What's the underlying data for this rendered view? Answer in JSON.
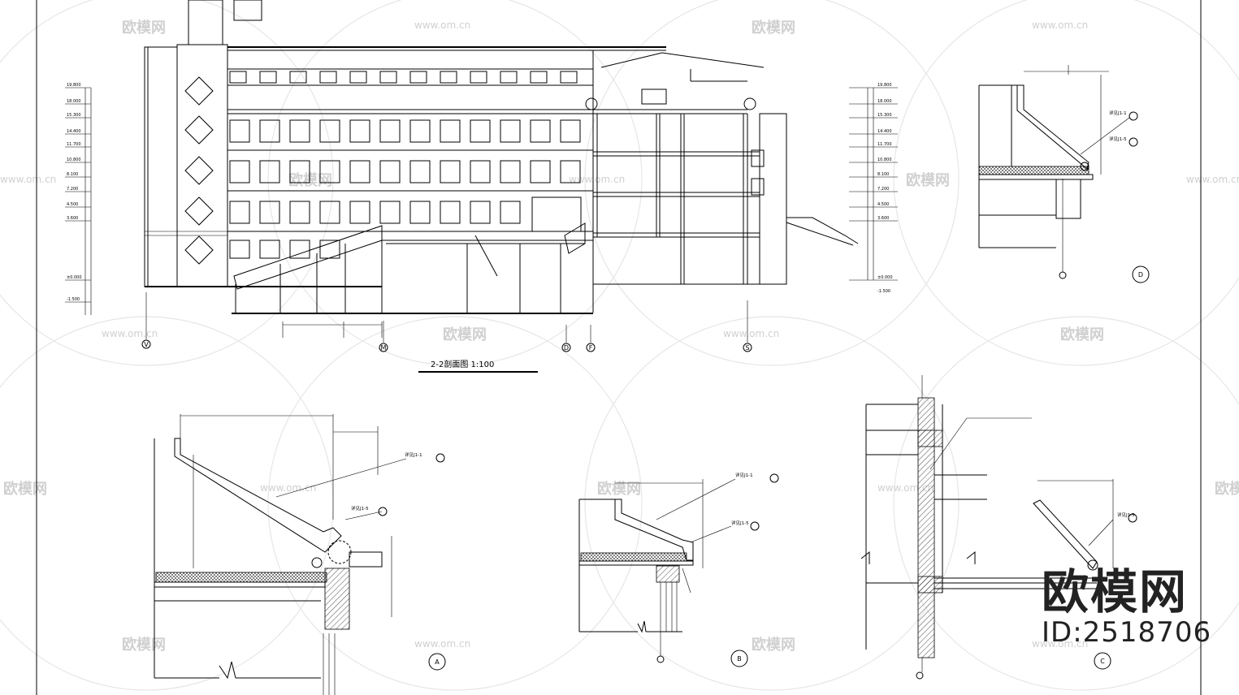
{
  "drawing": {
    "section_title": "2-2剖面图 1:100",
    "watermark_site": "www.om.cn",
    "watermark_brand": "欧模网",
    "brand_overlay": {
      "name": "欧模网",
      "id": "ID:2518706"
    }
  },
  "axes": {
    "section": [
      "V",
      "M",
      "D",
      "F",
      "S"
    ],
    "details": [
      "A",
      "B",
      "C",
      "D"
    ]
  },
  "levels": {
    "left": [
      "19.800",
      "18.000",
      "15.300",
      "14.400",
      "11.700",
      "10.800",
      "8.100",
      "7.200",
      "4.500",
      "3.600",
      "±0.000",
      "-1.500"
    ],
    "right": [
      "19.800",
      "18.000",
      "15.300",
      "14.400",
      "11.700",
      "10.800",
      "8.100",
      "7.200",
      "4.500",
      "3.600",
      "±0.000",
      "-1.500"
    ]
  },
  "detail_refs": {
    "ref_a": "详见J1-1",
    "ref_b": "详见J1-5"
  },
  "colors": {
    "line": "#000000",
    "watermark": "#d0d0d0"
  }
}
